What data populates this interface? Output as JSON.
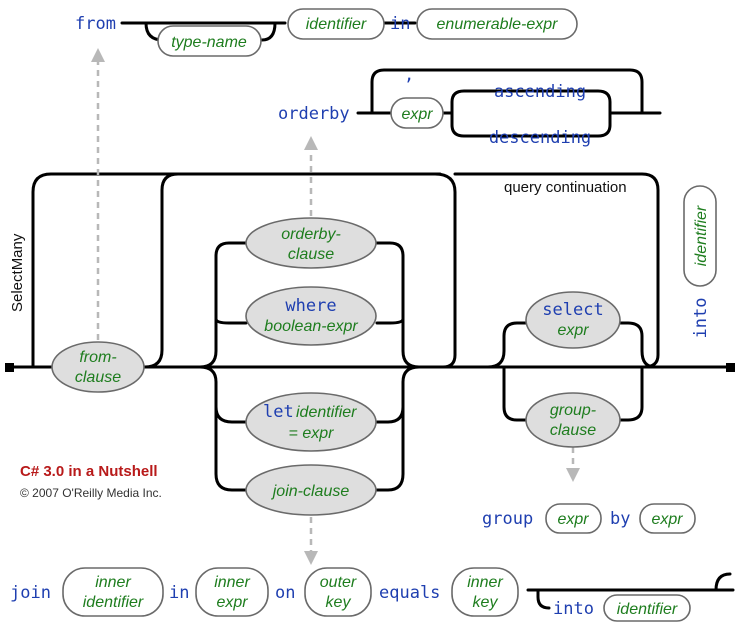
{
  "keywords": {
    "from": "from",
    "in_top": "in",
    "orderby": "orderby",
    "comma": ",",
    "ascending": "ascending",
    "descending": "descending",
    "into_vertical": "into",
    "group": "group",
    "by": "by",
    "join": "join",
    "in_join": "in",
    "on": "on",
    "equals": "equals",
    "into_join": "into"
  },
  "nodes": {
    "type_name": "type-name",
    "identifier_top": "identifier",
    "enumerable_expr": "enumerable-expr",
    "expr_orderby": "expr",
    "from_clause": [
      "from-",
      "clause"
    ],
    "orderby_clause": [
      "orderby-",
      "clause"
    ],
    "where_clause": [
      "where",
      "boolean-expr"
    ],
    "let_clause": [
      "let",
      "identifier",
      "= expr"
    ],
    "join_clause": "join-clause",
    "select_clause": [
      "select",
      "expr"
    ],
    "group_clause": [
      "group-",
      "clause"
    ],
    "identifier_vertical": "identifier",
    "expr_group": "expr",
    "expr_by": "expr",
    "inner_identifier": [
      "inner",
      "identifier"
    ],
    "inner_expr": [
      "inner",
      "expr"
    ],
    "outer_key": [
      "outer",
      "key"
    ],
    "inner_key": [
      "inner",
      "key"
    ],
    "identifier_join": "identifier"
  },
  "labels": {
    "query_continuation": "query continuation",
    "select_many": "SelectMany"
  },
  "credit": {
    "title": "C# 3.0 in a Nutshell",
    "copyright": "© 2007 O'Reilly Media Inc."
  },
  "colors": {
    "keyword": "#1f3fb0",
    "nonterminal": "#1e7d1e",
    "credit": "#b81a1a",
    "node_fill": "#dedede"
  }
}
